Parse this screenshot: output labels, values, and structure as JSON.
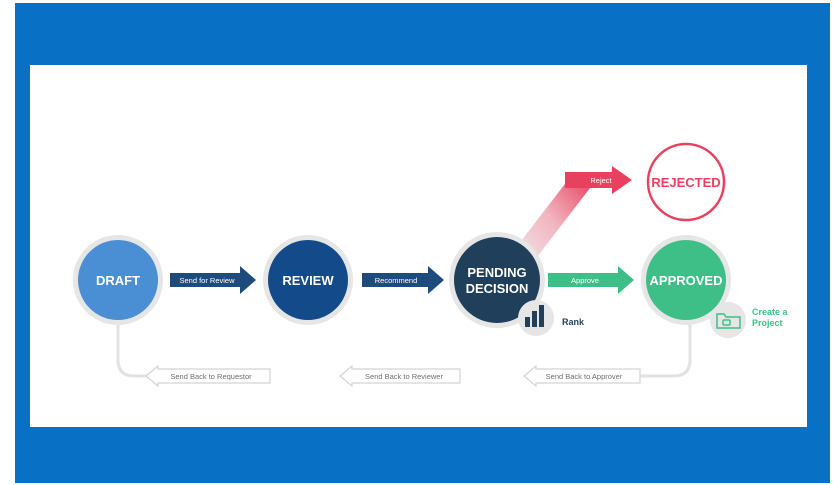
{
  "nodes": {
    "draft": "DRAFT",
    "review": "REVIEW",
    "pending_line1": "PENDING",
    "pending_line2": "DECISION",
    "rejected": "REJECTED",
    "approved": "APPROVED"
  },
  "forward_arrows": {
    "send_for_review": "Send for Review",
    "recommend": "Recommend",
    "reject": "Reject",
    "approve": "Approve"
  },
  "back_arrows": {
    "to_requestor": "Send Back to Requestor",
    "to_reviewer": "Send Back to Reviewer",
    "to_approver": "Send Back to Approver"
  },
  "extras": {
    "rank": "Rank",
    "create_project_line1": "Create a",
    "create_project_line2": "Project"
  },
  "icons": [
    "bar-chart-icon",
    "folder-icon"
  ],
  "colors": {
    "frame": "#0971c5",
    "draft": "#4a8fd3",
    "review": "#134a8a",
    "pending": "#1f3f5a",
    "approved": "#3dbf87",
    "rejected": "#e8415f",
    "arrow_dark": "#1d4c7c",
    "back_arrow": "#d9d9d9"
  }
}
